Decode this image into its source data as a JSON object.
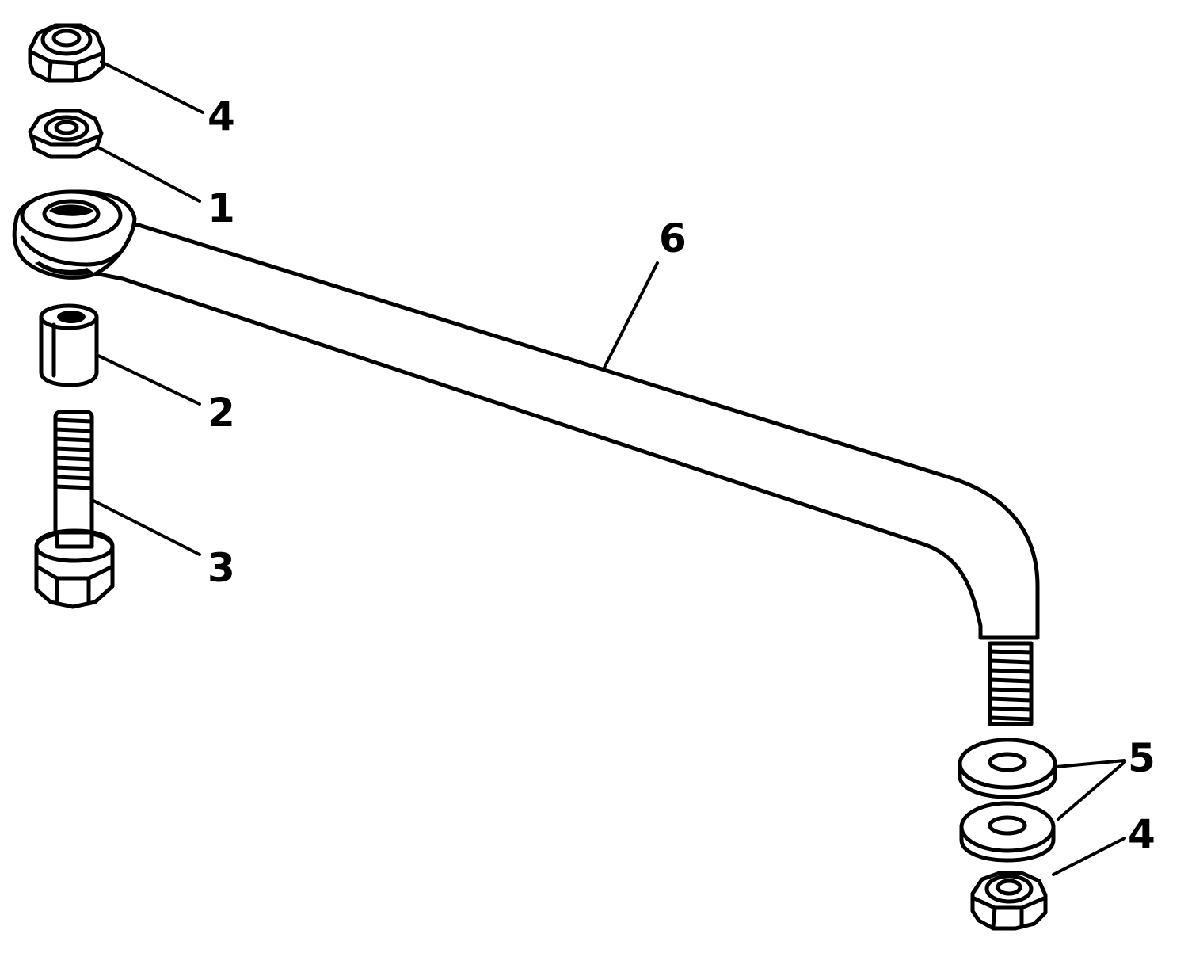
{
  "callouts": {
    "nut_top": "4",
    "hex_nut": "1",
    "spacer": "2",
    "bolt": "3",
    "washers": "5",
    "nut_bottom": "4",
    "link_rod": "6"
  },
  "colors": {
    "ink": "#000000",
    "paper": "#ffffff"
  }
}
